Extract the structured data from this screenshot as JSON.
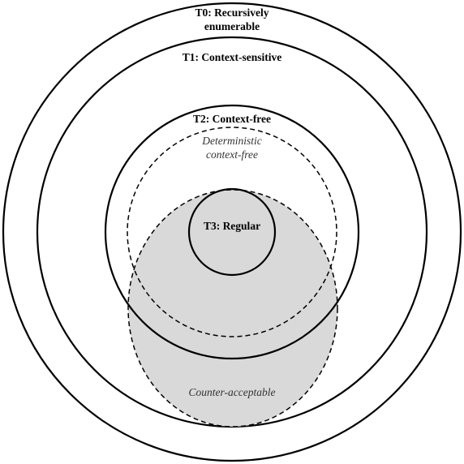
{
  "colors": {
    "stroke": "#000000",
    "background": "#ffffff",
    "counter_fill": "#d9d9d9",
    "italic_text": "#333333"
  },
  "labels": {
    "t0_line1": "T0: Recursively",
    "t0_line2": "enumerable",
    "t1": "T1: Context-sensitive",
    "t2": "T2: Context-free",
    "dcf_line1": "Deterministic",
    "dcf_line2": "context-free",
    "t3": "T3: Regular",
    "counter": "Counter-acceptable"
  }
}
